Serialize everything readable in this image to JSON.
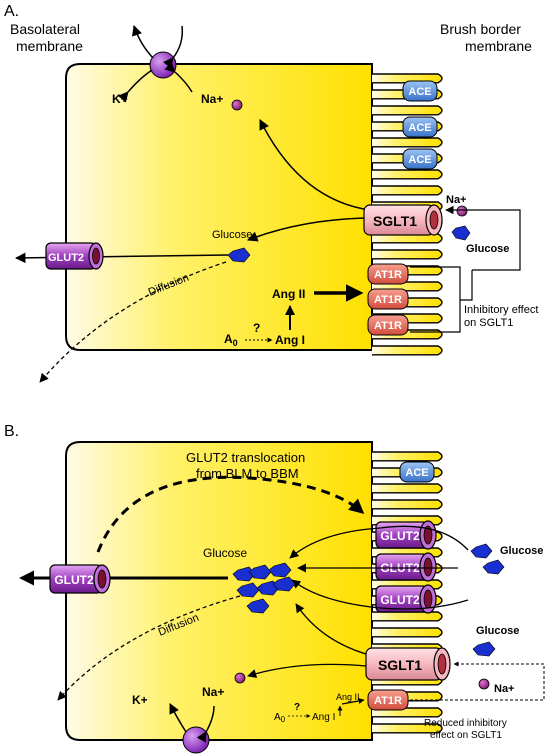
{
  "panel_a": {
    "label": "A.",
    "basolateral_label_1": "Basolateral",
    "basolateral_label_2": "membrane",
    "brush_label_1": "Brush border",
    "brush_label_2": "membrane",
    "k": "K+",
    "na_left": "Na+",
    "ace": [
      "ACE",
      "ACE",
      "ACE"
    ],
    "sglt1": "SGLT1",
    "na_right": "Na+",
    "glucose_right": "Glucose",
    "glucose_center": "Glucose",
    "glut2": "GLUT2",
    "diffusion": "Diffusion",
    "ang2": "Ang II",
    "at1r": [
      "AT1R",
      "AT1R",
      "AT1R"
    ],
    "inhibitory_1": "Inhibitory effect",
    "inhibitory_2": "on SGLT1",
    "a0": "A",
    "a0_sub": "0",
    "question": "?",
    "ang1": "Ang I"
  },
  "panel_b": {
    "label": "B.",
    "translocation_1": "GLUT2 translocation",
    "translocation_2": "from BLM to BBM",
    "ace": "ACE",
    "glut2_brush": [
      "GLUT2",
      "GLUT2",
      "GLUT2"
    ],
    "glucose_right_1": "Glucose",
    "glucose_center": "Glucose",
    "glut2": "GLUT2",
    "diffusion": "Diffusion",
    "glucose_right_2": "Glucose",
    "sglt1": "SGLT1",
    "na_right": "Na+",
    "k": "K+",
    "na_left": "Na+",
    "at1r": "AT1R",
    "ang2": "Ang II",
    "a0": "A",
    "a0_sub": "0",
    "question": "?",
    "ang1": "Ang I",
    "reduced_1": "Reduced inhibitory",
    "reduced_2": "effect on SGLT1"
  },
  "colors": {
    "cell_yellow": "#ffe000",
    "ace_blue": "#4a86d8",
    "glut2_purple": "#a040c0",
    "sglt1_pink": "#f7b8c0",
    "at1r_red": "#e86a5a",
    "glucose_blue": "#1a2fd0",
    "ion_purple": "#9a2b9a"
  }
}
